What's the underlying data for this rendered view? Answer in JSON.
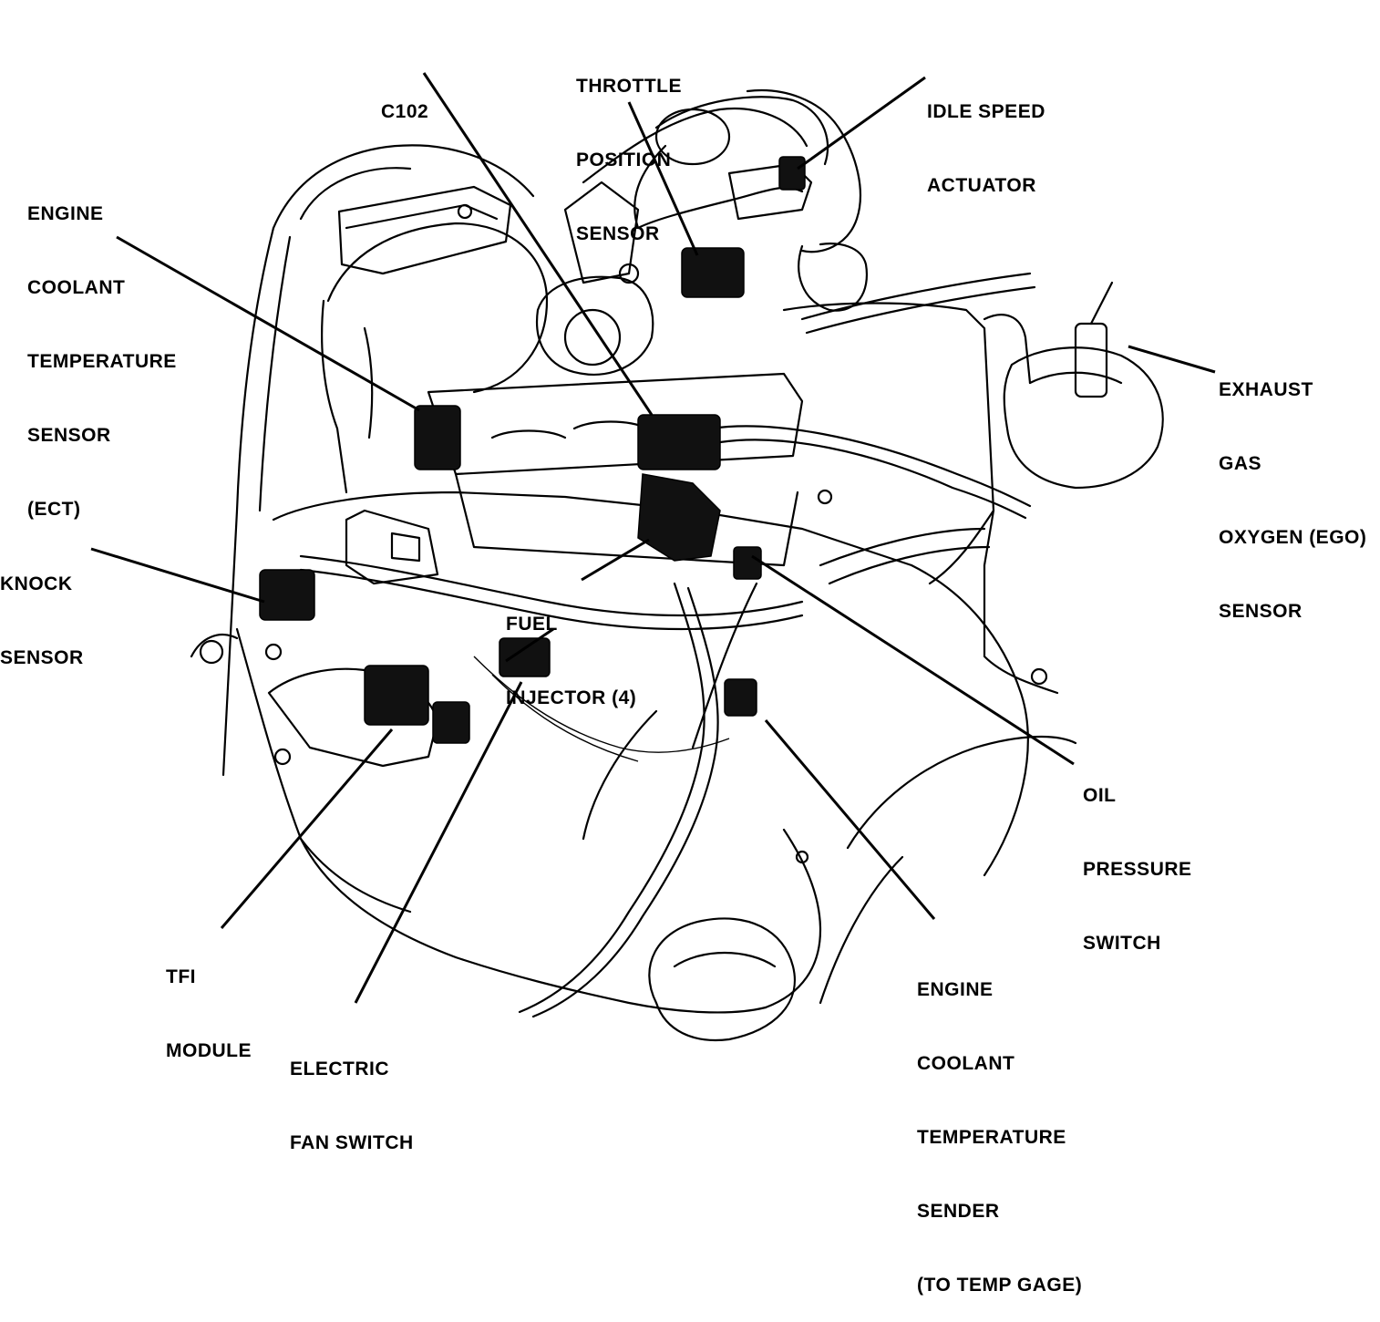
{
  "labels": {
    "c102": [
      "C102"
    ],
    "tps": [
      "THROTTLE",
      "POSITION",
      "SENSOR"
    ],
    "isa": [
      "IDLE SPEED",
      "ACTUATOR"
    ],
    "ect": [
      "ENGINE",
      "COOLANT",
      "TEMPERATURE",
      "SENSOR",
      "(ECT)"
    ],
    "ego": [
      "EXHAUST",
      "GAS",
      "OXYGEN (EGO)",
      "SENSOR"
    ],
    "knock": [
      "KNOCK",
      "SENSOR"
    ],
    "injector": [
      "FUEL",
      "INJECTOR (4)"
    ],
    "oil": [
      "OIL",
      "PRESSURE",
      "SWITCH"
    ],
    "tfi": [
      "TFI",
      "MODULE"
    ],
    "fan": [
      "ELECTRIC",
      "FAN SWITCH"
    ],
    "sender": [
      "ENGINE",
      "COOLANT",
      "TEMPERATURE",
      "SENDER",
      "(TO TEMP GAGE)"
    ]
  }
}
